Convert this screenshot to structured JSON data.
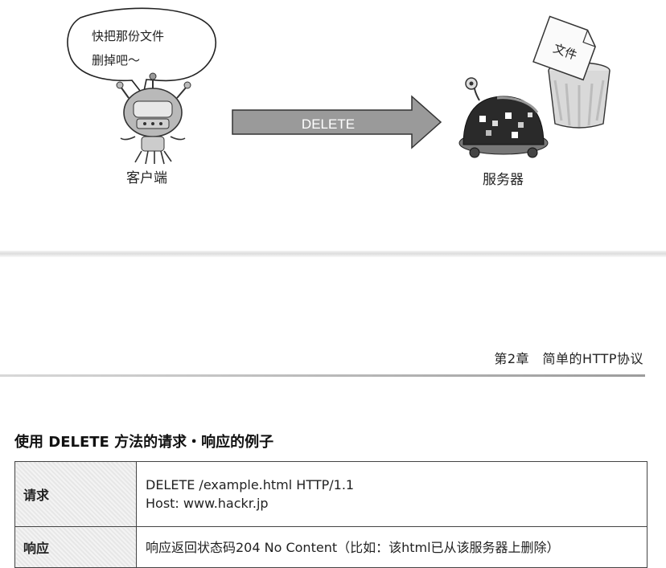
{
  "illustration": {
    "speech_bubble_line1": "快把那份文件",
    "speech_bubble_line2": "删掉吧～",
    "arrow_label": "DELETE",
    "client_label": "客户端",
    "server_label": "服务器",
    "file_label": "文件"
  },
  "header": {
    "chapter": "第2章　简单的HTTP协议"
  },
  "section": {
    "title": "使用 DELETE 方法的请求・响应的例子"
  },
  "table": {
    "request_label": "请求",
    "request_line1": "DELETE /example.html HTTP/1.1",
    "request_line2": "Host: www.hackr.jp",
    "response_label": "响应",
    "response_text": "响应返回状态码204 No Content（比如：该html已从该服务器上删除）"
  }
}
